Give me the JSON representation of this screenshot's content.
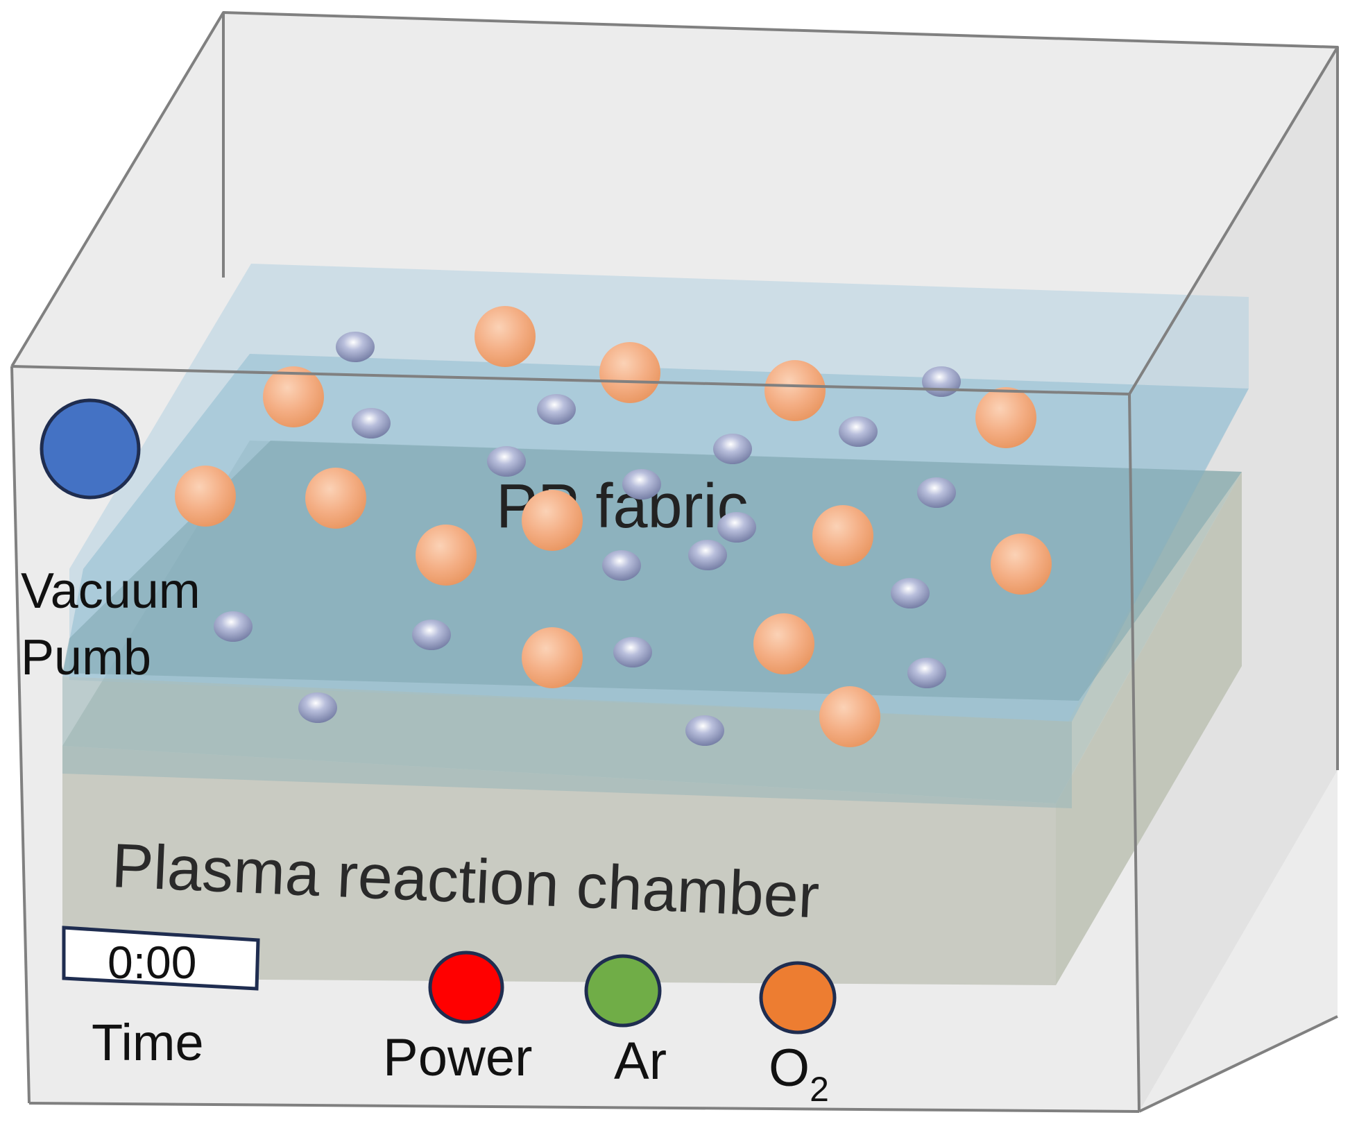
{
  "labels": {
    "fabric": "PP fabric",
    "chamber": "Plasma reaction chamber",
    "vacuum_line1": "Vacuum",
    "vacuum_line2": "Pumb",
    "timer_value": "0:00",
    "time": "Time",
    "power": "Power",
    "ar": "Ar",
    "o2_main": "O",
    "o2_sub": "2"
  },
  "colors": {
    "vacuum_pump": "#4472C4",
    "power": "#FF0000",
    "ar": "#70AD47",
    "o2": "#ED7D31",
    "button_outline": "#1F2D50",
    "box_edge": "#808080",
    "box_fill": "#E8E8E8",
    "fabric_layer": "#9CC3D5",
    "chamber_block": "#C5C8BE",
    "o2_particle": "#F2A77A",
    "ar_particle": "#8A92B8"
  }
}
